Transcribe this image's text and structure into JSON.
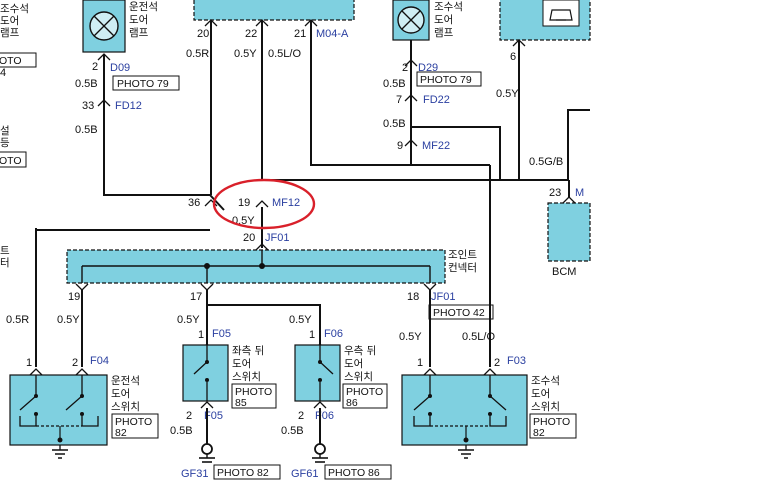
{
  "top": {
    "left_lamp_label": [
      "운전석",
      "도어",
      "램프"
    ],
    "right_lamp_label": [
      "조수석",
      "도어",
      "램프"
    ],
    "d09": {
      "pin": "2",
      "conn": "D09",
      "wire": "0.5B",
      "photo": "PHOTO 79"
    },
    "d29": {
      "pin": "2",
      "conn": "D29",
      "wire": "0.5B",
      "photo": "PHOTO 79"
    },
    "fd12": {
      "pin": "33",
      "conn": "FD12",
      "wire": "0.5B"
    },
    "fd22": {
      "pin": "7",
      "conn": "FD22",
      "wire": "0.5B"
    },
    "mf22": {
      "pin": "9",
      "conn": "MF22"
    },
    "m04a": {
      "pins": [
        "20",
        "22",
        "21"
      ],
      "conn": "M04-A",
      "wires": [
        "0.5R",
        "0.5Y",
        "0.5L/O"
      ]
    },
    "right_pin6": {
      "pin": "6",
      "wire": "0.5Y"
    },
    "left_edge_labels": [
      "조수석",
      "도어",
      "램프"
    ],
    "left_edge_box": "OTO",
    "left_edge_frag1": "4",
    "left_edge_frag2": [
      "설",
      "등"
    ],
    "left_edge_frag3": [
      "트",
      "터"
    ]
  },
  "mf12": {
    "pin_left": "36",
    "pin": "19",
    "conn": "MF12",
    "wire": "0.5Y"
  },
  "bcm": {
    "label": "BCM",
    "pin": "23",
    "conn": "M",
    "wire": "0.5G/B"
  },
  "joint": {
    "pin_top": "20",
    "conn": "JF01",
    "label": [
      "조인트",
      "컨넥터"
    ],
    "pins": [
      "19",
      "17",
      "18"
    ],
    "conn_right": "JF01",
    "photo": "PHOTO 42"
  },
  "f04": {
    "pins": [
      "1",
      "2"
    ],
    "conn": "F04",
    "wires": [
      "0.5R",
      "0.5Y"
    ],
    "label": [
      "운전석",
      "도어",
      "스위치"
    ],
    "photo": [
      "PHOTO",
      "82"
    ]
  },
  "f05": {
    "pin_top": "1",
    "conn": "F05",
    "wire_top": "0.5Y",
    "label": [
      "좌측 뒤",
      "도어",
      "스위치"
    ],
    "photo": [
      "PHOTO",
      "85"
    ],
    "pin_bottom": "2",
    "conn_bottom": "F05",
    "wire_bottom": "0.5B",
    "ground": "GF31",
    "ground_photo": "PHOTO 82"
  },
  "f06": {
    "pin_top": "1",
    "conn": "F06",
    "wire_top": "0.5Y",
    "label": [
      "우측 뒤",
      "도어",
      "스위치"
    ],
    "photo": [
      "PHOTO",
      "86"
    ],
    "pin_bottom": "2",
    "conn_bottom": "F06",
    "wire_bottom": "0.5B",
    "ground": "GF61",
    "ground_photo": "PHOTO 86"
  },
  "f03": {
    "pins": [
      "1",
      "2"
    ],
    "conn": "F03",
    "wires": [
      "0.5Y",
      "0.5L/O"
    ],
    "label": [
      "조수석",
      "도어",
      "스위치"
    ],
    "photo": [
      "PHOTO",
      "82"
    ]
  },
  "colors": {
    "component": "#7fd0e0",
    "connector_text": "#2a3fa0",
    "highlight": "#d9202a",
    "wire": "#111111"
  }
}
